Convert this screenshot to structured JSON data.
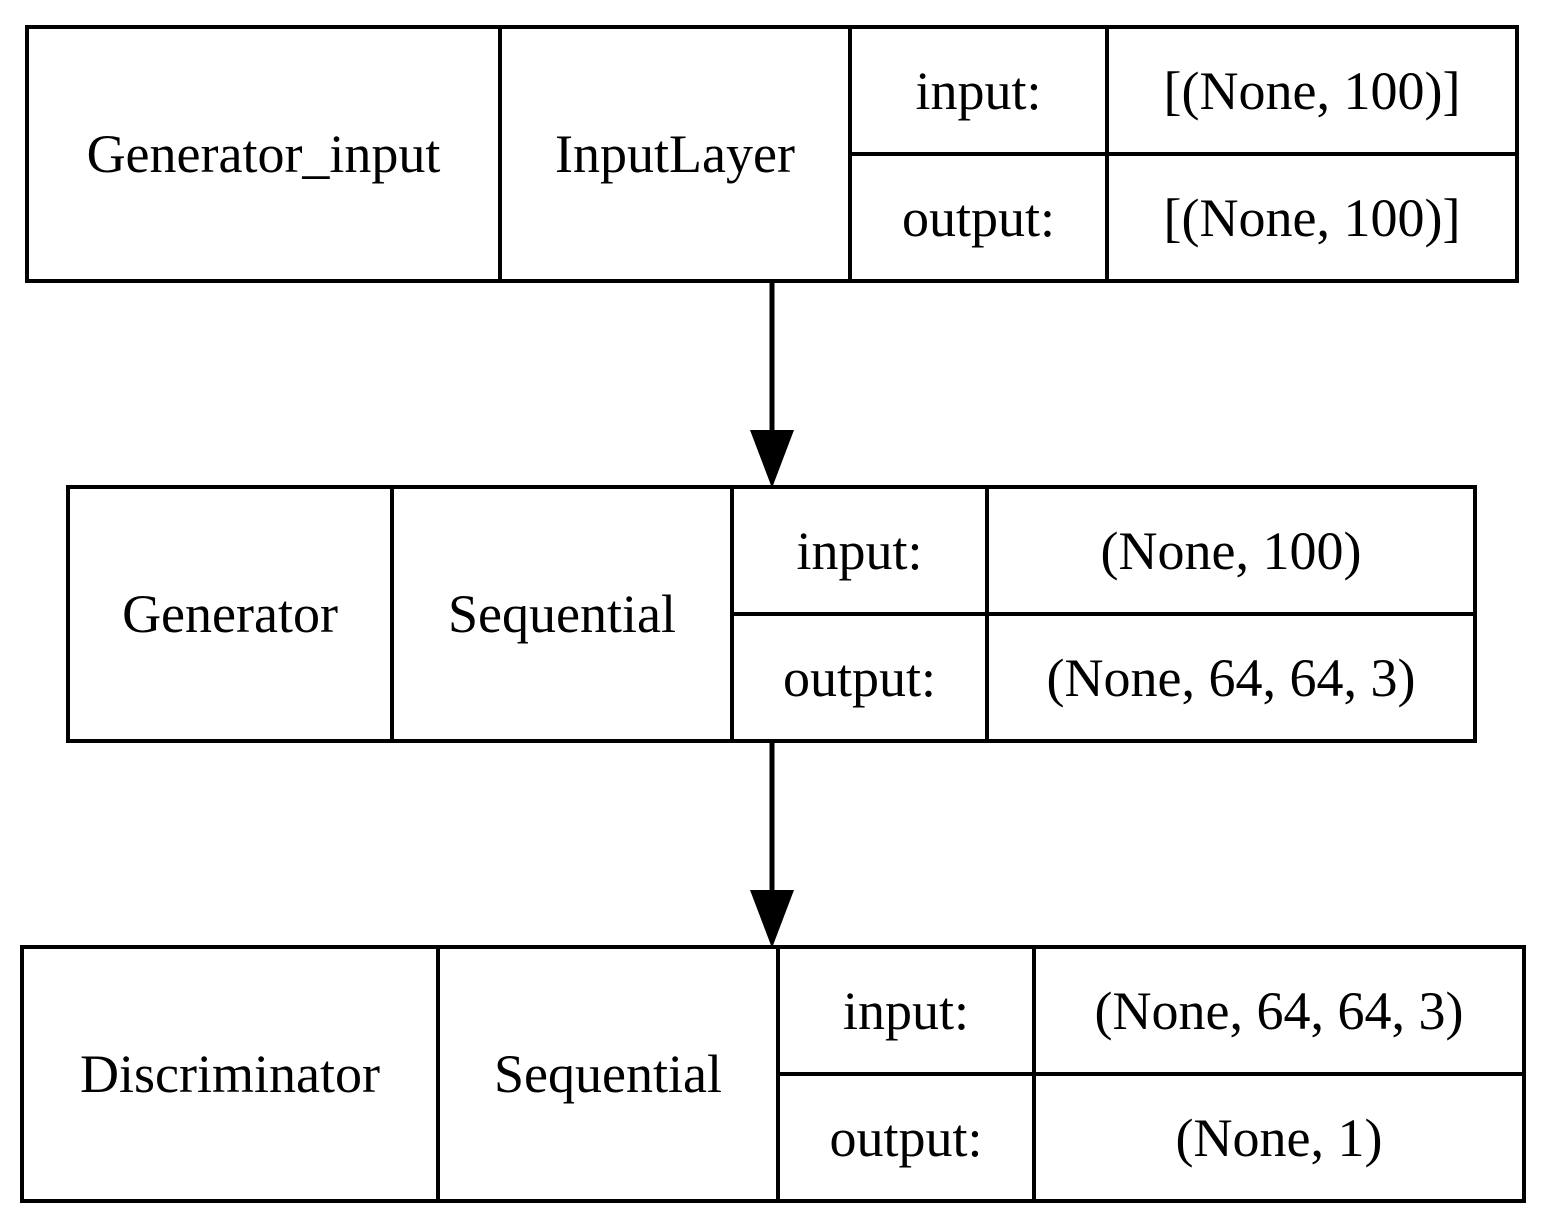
{
  "nodes": [
    {
      "name": "Generator_input",
      "type": "InputLayer",
      "input_label": "input:",
      "input_shape": "[(None, 100)]",
      "output_label": "output:",
      "output_shape": "[(None, 100)]"
    },
    {
      "name": "Generator",
      "type": "Sequential",
      "input_label": "input:",
      "input_shape": "(None, 100)",
      "output_label": "output:",
      "output_shape": "(None, 64, 64, 3)"
    },
    {
      "name": "Discriminator",
      "type": "Sequential",
      "input_label": "input:",
      "input_shape": "(None, 64, 64, 3)",
      "output_label": "output:",
      "output_shape": "(None, 1)"
    }
  ]
}
